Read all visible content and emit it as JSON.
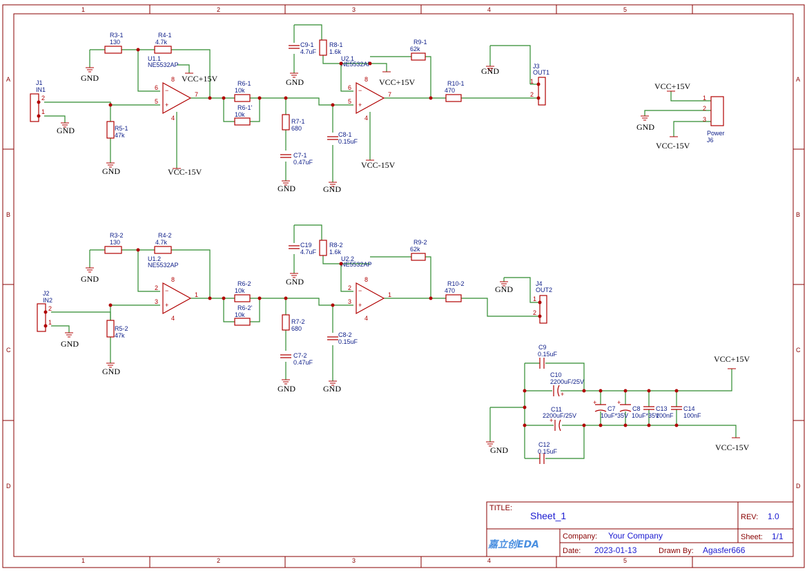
{
  "frame": {
    "col_labels": [
      "1",
      "2",
      "3",
      "4",
      "5"
    ],
    "row_labels": [
      "A",
      "B",
      "C",
      "D"
    ]
  },
  "title_block": {
    "title_key": "TITLE:",
    "title": "Sheet_1",
    "rev_key": "REV:",
    "rev": "1.0",
    "company_key": "Company:",
    "company": "Your Company",
    "sheet_key": "Sheet:",
    "sheet": "1/1",
    "date_key": "Date:",
    "date": "2023-01-13",
    "drawn_key": "Drawn By:",
    "drawn_by": "Agasfer666",
    "logo": "嘉立创EDA"
  },
  "nets": {
    "gnd": "GND",
    "vpos": "VCC+15V",
    "vneg": "VCC-15V"
  },
  "ch1": {
    "r3": [
      "R3-1",
      "130"
    ],
    "r4": [
      "R4-1",
      "4.7k"
    ],
    "u1": [
      "U1.1",
      "NE5532AP"
    ],
    "j1": [
      "J1",
      "IN1"
    ],
    "r5": [
      "R5-1",
      "47k"
    ],
    "r6a": [
      "R6-1",
      "10k"
    ],
    "r6b": [
      "R6-1'",
      "10k"
    ],
    "r7": [
      "R7-1",
      "680"
    ],
    "c7": [
      "C7-1",
      "0.47uF"
    ],
    "c9": [
      "C9-1",
      "4.7uF"
    ],
    "r8": [
      "R8-1",
      "1.6k"
    ],
    "u2": [
      "U2.1",
      "NE5532AP"
    ],
    "r9": [
      "R9-1",
      "62k"
    ],
    "c8": [
      "C8-1",
      "0.15uF"
    ],
    "r10": [
      "R10-1",
      "470"
    ],
    "j3": [
      "J3",
      "OUT1"
    ],
    "pins_u1": [
      "6",
      "5",
      "7",
      "8",
      "4"
    ],
    "pins_u2": [
      "6",
      "5",
      "7",
      "8",
      "4"
    ]
  },
  "ch2": {
    "r3": [
      "R3-2",
      "130"
    ],
    "r4": [
      "R4-2",
      "4.7k"
    ],
    "u1": [
      "U1.2",
      "NE5532AP"
    ],
    "j1": [
      "J2",
      "IN2"
    ],
    "r5": [
      "R5-2",
      "47k"
    ],
    "r6a": [
      "R6-2",
      "10k"
    ],
    "r6b": [
      "R6-2'",
      "10k"
    ],
    "r7": [
      "R7-2",
      "680"
    ],
    "c7": [
      "C7-2",
      "0.47uF"
    ],
    "c9": [
      "C19",
      "4.7uF"
    ],
    "r8": [
      "R8-2",
      "1.6k"
    ],
    "u2": [
      "U2.2",
      "NE5532AP"
    ],
    "r9": [
      "R9-2",
      "62k"
    ],
    "c8": [
      "C8-2",
      "0.15uF"
    ],
    "r10": [
      "R10-2",
      "470"
    ],
    "j3": [
      "J4",
      "OUT2"
    ],
    "pins_u1": [
      "2",
      "3",
      "1",
      "8",
      "4"
    ],
    "pins_u2": [
      "2",
      "3",
      "1",
      "8",
      "4"
    ]
  },
  "power_conn": {
    "name": "Power",
    "ref": "J6",
    "pins": [
      "1",
      "2",
      "3"
    ]
  },
  "supply": {
    "c9": [
      "C9",
      "0.15uF"
    ],
    "c10": [
      "C10",
      "2200uF/25V"
    ],
    "c11": [
      "C11",
      "2200uF/25V"
    ],
    "c12": [
      "C12",
      "0.15uF"
    ],
    "c7": [
      "C7",
      "10uF*35V"
    ],
    "c8": [
      "C8",
      "10uF*35V"
    ],
    "c13": [
      "C13",
      "100nF"
    ],
    "c14": [
      "C14",
      "100nF"
    ]
  }
}
